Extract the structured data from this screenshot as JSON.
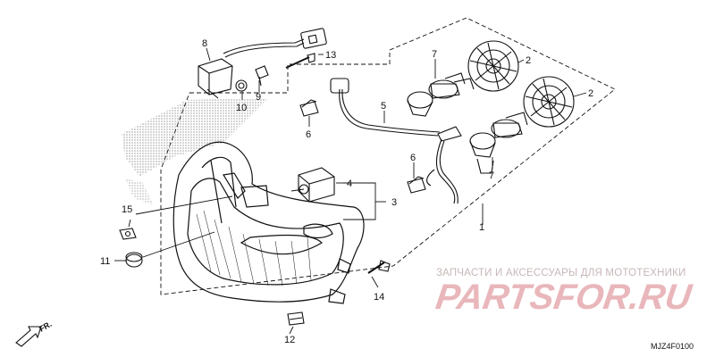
{
  "callouts": {
    "c1": "1",
    "c2a": "2",
    "c2b": "2",
    "c3": "3",
    "c4": "4",
    "c5": "5",
    "c6a": "6",
    "c6b": "6",
    "c7a": "7",
    "c7b": "7",
    "c8": "8",
    "c9": "9",
    "c10": "10",
    "c11": "11",
    "c12": "12",
    "c13": "13",
    "c14": "14",
    "c15": "15"
  },
  "direction_label": "FR.",
  "diagram_code": "MJZ4F0100",
  "watermark": {
    "tagline": "ЗАПЧАСТИ И АКСЕССУАРЫ ДЛЯ МОТОТЕХНИКИ",
    "logo": "PARTSFOR.RU"
  },
  "colors": {
    "line": "#111111",
    "watermark_text": "#c8b7b7",
    "watermark_logo": "#e9b7bb"
  }
}
